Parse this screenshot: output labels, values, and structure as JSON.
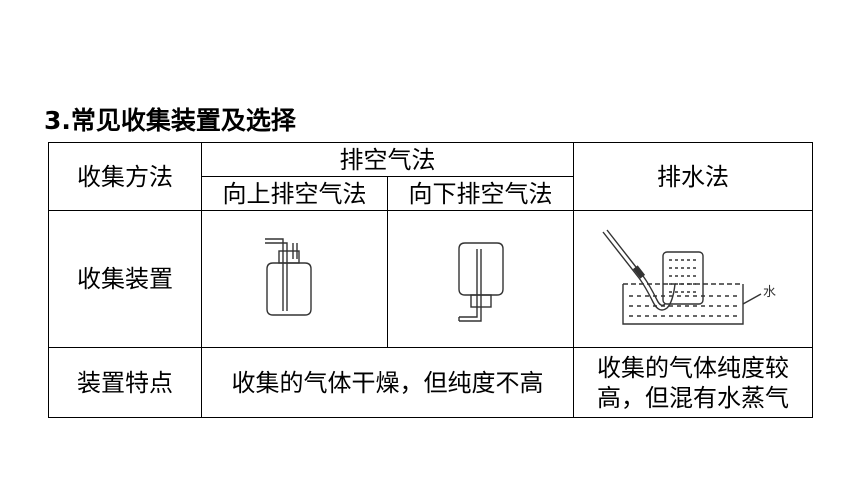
{
  "title": "3.常见收集装置及选择",
  "header": {
    "method": "收集方法",
    "air_displacement": "排空气法",
    "upward": "向上排空气法",
    "downward": "向下排空气法",
    "water": "排水法"
  },
  "rows": {
    "device_label": "收集装置",
    "feature_label": "装置特点",
    "air_feature": "收集的气体干燥，但纯度不高",
    "water_feature": "收集的气体纯度较高，但混有水蒸气"
  },
  "diagram": {
    "water_label": "水"
  }
}
